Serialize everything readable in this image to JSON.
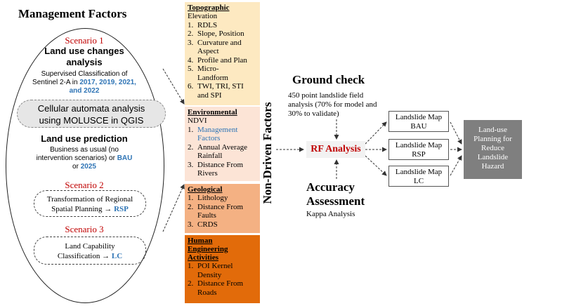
{
  "management": {
    "title": "Management Factors",
    "scenario1": {
      "label": "Scenario 1",
      "heading_line1": "Land use changes",
      "heading_line2": "analysis",
      "desc_line1": "Supervised Classification of",
      "desc_line2_prefix": "Sentinel 2-A in ",
      "desc_years": "2017, 2019, 2021,",
      "desc_line3": "and 2022"
    },
    "cellular": {
      "line1": "Cellular automata analysis",
      "line2": "using MOLUSCE in QGIS"
    },
    "prediction": {
      "heading": "Land use prediction",
      "line1": "Business as usual (no",
      "line2_prefix": "intervention scenarios) or ",
      "line2_bau": "BAU",
      "line3_prefix": "or ",
      "line3_year": "2025"
    },
    "scenario2": {
      "label": "Scenario 2",
      "line1": "Transformation of Regional",
      "line2_prefix": "Spatial Planning ",
      "arrow": "→",
      "code": "RSP"
    },
    "scenario3": {
      "label": "Scenario 3",
      "line1": "Land Capability",
      "line2_prefix": "Classification ",
      "arrow": "→",
      "code": "LC"
    }
  },
  "factors": {
    "topographic": {
      "heading": "Topographic",
      "sub": "Elevation",
      "items": [
        {
          "n": "1.",
          "lines": [
            "RDLS"
          ]
        },
        {
          "n": "2.",
          "lines": [
            "Slope, Position"
          ]
        },
        {
          "n": "3.",
          "lines": [
            "Curvature and",
            "Aspect"
          ]
        },
        {
          "n": "4.",
          "lines": [
            "Profile and Plan"
          ]
        },
        {
          "n": "5.",
          "lines": [
            "Micro-",
            "Landform"
          ]
        },
        {
          "n": "6.",
          "lines": [
            "TWI, TRI, STI",
            "and SPI"
          ]
        }
      ]
    },
    "environmental": {
      "heading": "Environmental",
      "sub": "NDVI",
      "items": [
        {
          "n": "1.",
          "lines": [
            "Management",
            "Factors"
          ],
          "blue": true
        },
        {
          "n": "2.",
          "lines": [
            "Annual Average",
            "Rainfall"
          ]
        },
        {
          "n": "3.",
          "lines": [
            "Distance From",
            "Rivers"
          ]
        }
      ]
    },
    "geological": {
      "heading": "Geological",
      "items": [
        {
          "n": "1.",
          "lines": [
            "Lithology"
          ]
        },
        {
          "n": "2.",
          "lines": [
            "Distance From",
            "Faults"
          ]
        },
        {
          "n": "3.",
          "lines": [
            "CRDS"
          ]
        }
      ]
    },
    "human": {
      "heading_lines": [
        "Human",
        "Engineering",
        "Activities"
      ],
      "items": [
        {
          "n": "1.",
          "lines": [
            "POI Kernel",
            "Density"
          ]
        },
        {
          "n": "2.",
          "lines": [
            "Distance From",
            "Roads"
          ]
        }
      ]
    },
    "vertical_label": "Non-Driven Factors",
    "colors": {
      "topographic": "#fde9c1",
      "environmental": "#fce4d6",
      "geological": "#f4b183",
      "human": "#e26b0a"
    }
  },
  "ground_check": {
    "title": "Ground check",
    "desc_lines": [
      "450 point landslide field",
      "analysis (70% for model and",
      "30% to validate)"
    ]
  },
  "rf": {
    "label": "RF Analysis"
  },
  "accuracy": {
    "title_line1": "Accuracy",
    "title_line2": "Assessment",
    "sub": "Kappa Analysis"
  },
  "maps": [
    {
      "line1": "Landslide Map",
      "line2": "BAU"
    },
    {
      "line1": "Landslide Map",
      "line2": "RSP"
    },
    {
      "line1": "Landslide Map",
      "line2": "LC"
    }
  ],
  "final": {
    "lines": [
      "Land-use",
      "Planning for",
      "Reduce",
      "Landslide",
      "Hazard"
    ]
  }
}
